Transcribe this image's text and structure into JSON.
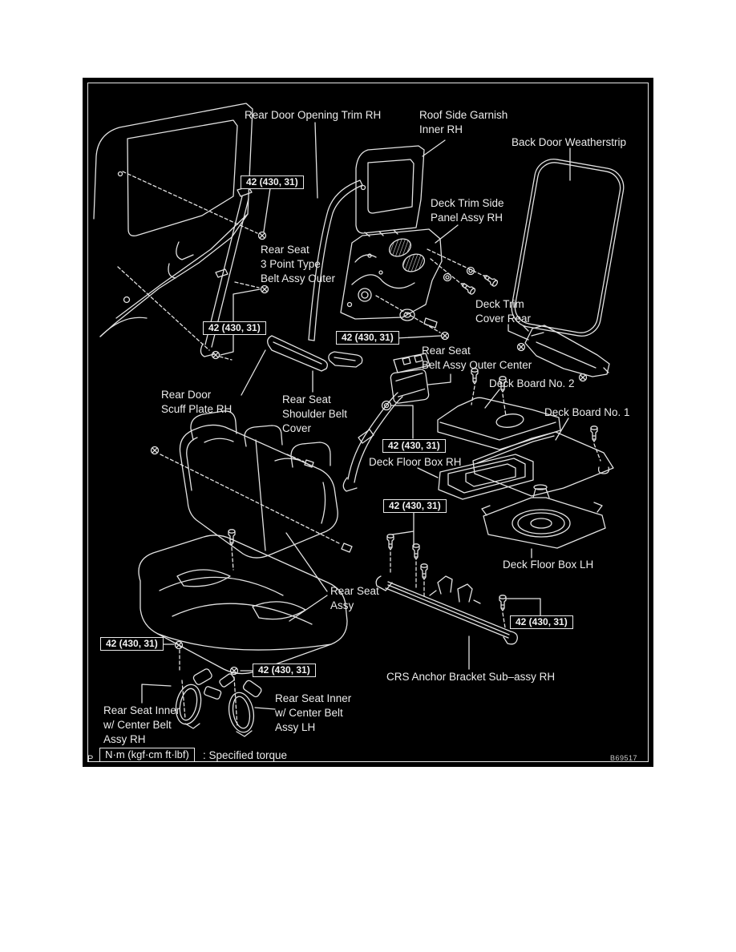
{
  "diagram": {
    "page_marker": "P",
    "figure_code": "B69517",
    "torque_callout": "42 (430, 31)",
    "legend": {
      "unit": "N·m (kgf·cm ft·lbf)",
      "meaning": ": Specified torque"
    },
    "labels": {
      "rear_door_opening_trim": [
        "Rear Door Opening Trim RH"
      ],
      "roof_side_garnish": [
        "Roof Side Garnish",
        "Inner RH"
      ],
      "back_door_weatherstrip": [
        "Back Door Weatherstrip"
      ],
      "rear_seat_3_point_belt": [
        "Rear Seat",
        "3 Point Type",
        "Belt Assy Outer"
      ],
      "deck_trim_side_panel": [
        "Deck Trim Side",
        "Panel Assy RH"
      ],
      "deck_trim_cover_rear": [
        "Deck Trim",
        "Cover Rear"
      ],
      "rear_seat_belt_outer_center": [
        "Rear Seat",
        "Belt Assy Outer Center"
      ],
      "deck_board_no_2": [
        "Deck Board No. 2"
      ],
      "deck_board_no_1": [
        "Deck Board No. 1"
      ],
      "rear_door_scuff_plate": [
        "Rear Door",
        "Scuff Plate RH"
      ],
      "rear_seat_shoulder_belt_cover": [
        "Rear Seat",
        "Shoulder Belt",
        "Cover"
      ],
      "deck_floor_box_rh": [
        "Deck Floor Box RH"
      ],
      "deck_floor_box_lh": [
        "Deck Floor Box LH"
      ],
      "rear_seat_assy": [
        "Rear Seat",
        "Assy"
      ],
      "crs_anchor_bracket": [
        "CRS Anchor Bracket Sub–assy RH"
      ],
      "rear_seat_inner_rh": [
        "Rear Seat Inner",
        "w/ Center Belt",
        "Assy RH"
      ],
      "rear_seat_inner_lh": [
        "Rear Seat Inner",
        "w/ Center Belt",
        "Assy LH"
      ]
    },
    "colors": {
      "background": "#000000",
      "line": "#e2e2e2",
      "page": "#ffffff"
    }
  }
}
